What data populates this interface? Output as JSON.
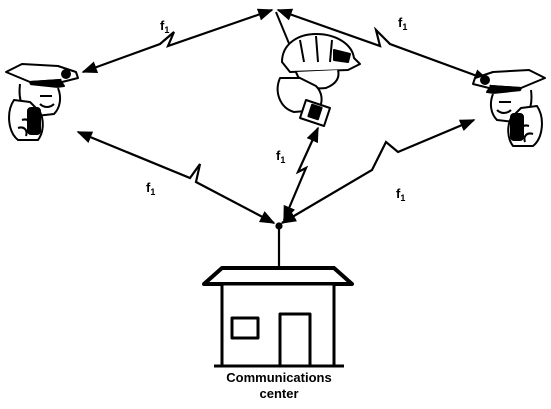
{
  "diagram": {
    "frequency_labels": [
      {
        "id": "top-left",
        "main": "f",
        "sub": "1"
      },
      {
        "id": "top-right",
        "main": "f",
        "sub": "1"
      },
      {
        "id": "bottom-left",
        "main": "f",
        "sub": "1"
      },
      {
        "id": "center",
        "main": "f",
        "sub": "1"
      },
      {
        "id": "bottom-right",
        "main": "f",
        "sub": "1"
      }
    ],
    "station_label": {
      "line1": "Communications",
      "line2": "center"
    },
    "colors": {
      "ink": "#000000",
      "background": "#ffffff"
    }
  }
}
